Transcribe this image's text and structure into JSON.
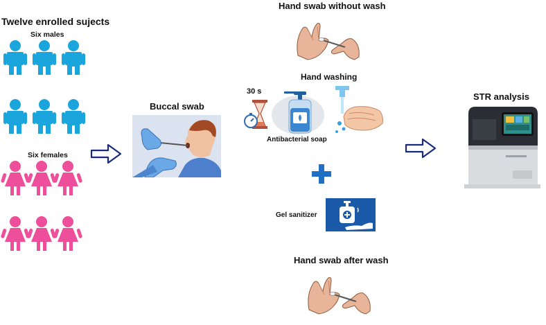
{
  "left": {
    "title": "Twelve enrolled sujects",
    "males_label": "Six males",
    "females_label": "Six females"
  },
  "buccal": {
    "title": "Buccal swab"
  },
  "center": {
    "swab_without_wash": "Hand swab without wash",
    "hand_washing": "Hand washing",
    "time_label": "30 s",
    "soap_label": "Antibacterial soap",
    "gel_label": "Gel sanitizer",
    "swab_after_wash": "Hand swab after wash"
  },
  "right": {
    "title": "STR analysis"
  },
  "colors": {
    "male": "#1aa5dc",
    "female": "#ee4f9a",
    "plus": "#1f6fc4",
    "gel_bg": "#1a5aa8",
    "arrow_outline": "#1a2a7a"
  },
  "icons": [
    "male-person-icon",
    "female-person-icon",
    "arrow-right-icon",
    "timer-icon",
    "hourglass-icon",
    "soap-bottle-icon",
    "faucet-icon",
    "plus-icon",
    "gel-sanitizer-icon",
    "str-analyzer-icon"
  ]
}
